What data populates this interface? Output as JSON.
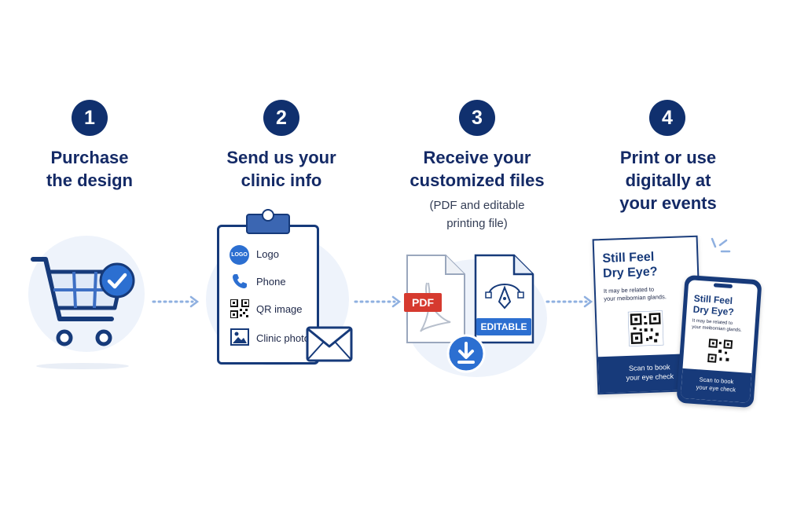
{
  "steps": [
    {
      "number": "1",
      "title_l1": "Purchase",
      "title_l2": "the design"
    },
    {
      "number": "2",
      "title_l1": "Send us your",
      "title_l2": "clinic info"
    },
    {
      "number": "3",
      "title_l1": "Receive your",
      "title_l2": "customized files",
      "sub_l1": "(PDF and editable",
      "sub_l2": "printing file)"
    },
    {
      "number": "4",
      "title_l1": "Print or use",
      "title_l2": "digitally at",
      "title_l3": "your events"
    }
  ],
  "clipboard": {
    "logo_badge": "LOGO",
    "items": [
      "Logo",
      "Phone",
      "QR image",
      "Clinic photo"
    ]
  },
  "files": {
    "pdf_label": "PDF",
    "editable_label": "EDITABLE"
  },
  "poster": {
    "title_l1": "Still Feel",
    "title_l2": "Dry Eye?",
    "body_l1": "It may be related to",
    "body_l2": "your meibomian glands.",
    "foot_l1": "Scan to book",
    "foot_l2": "your eye check"
  },
  "phone": {
    "title_l1": "Still Feel",
    "title_l2": "Dry Eye?",
    "body_l1": "It may be related to",
    "body_l2": "your meibomian glands.",
    "foot_l1": "Scan to book",
    "foot_l2": "your eye check"
  },
  "colors": {
    "navy": "#10306e",
    "accent_blue": "#2c6fd1",
    "pdf_red": "#d63a2f",
    "blob": "#eef3fb"
  }
}
